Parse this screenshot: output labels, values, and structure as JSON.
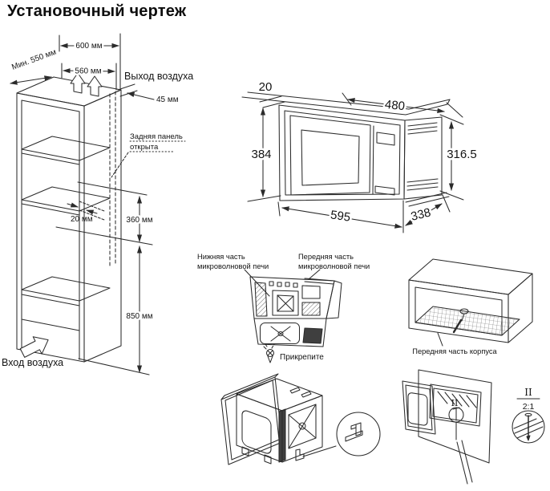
{
  "title": "Установочный чертеж",
  "colors": {
    "line": "#2b2b2b",
    "text": "#141414",
    "background": "#ffffff"
  },
  "cabinet": {
    "dim_width_outer": "600 мм",
    "dim_depth_min": "Мин. 550 мм",
    "dim_width_inner": "560 мм",
    "air_outlet_label": "Выход воздуха",
    "dim_rear_gap": "45 мм",
    "back_panel_note_line1": "Задняя панель",
    "back_panel_note_line2": "открыта",
    "dim_shelf_gap": "20 мм",
    "dim_niche_height": "360 мм",
    "dim_bottom_height": "850 мм",
    "air_inlet_label": "Вход воздуха"
  },
  "oven": {
    "dim_top_clearance": "20",
    "dim_depth_inner": "480",
    "dim_front_height": "384",
    "dim_body_height": "316.5",
    "dim_front_width": "595",
    "dim_body_depth": "338"
  },
  "assembly": {
    "label_bottom_line1": "Нижняя часть",
    "label_bottom_line2": "микроволновой печи",
    "label_front_line1": "Передняя часть",
    "label_front_line2": "микроволновой печи",
    "attach_label": "Прикрепите",
    "housing_front_label": "Передняя часть корпуса",
    "detail_mark": "II",
    "detail_scale": "2:1"
  }
}
